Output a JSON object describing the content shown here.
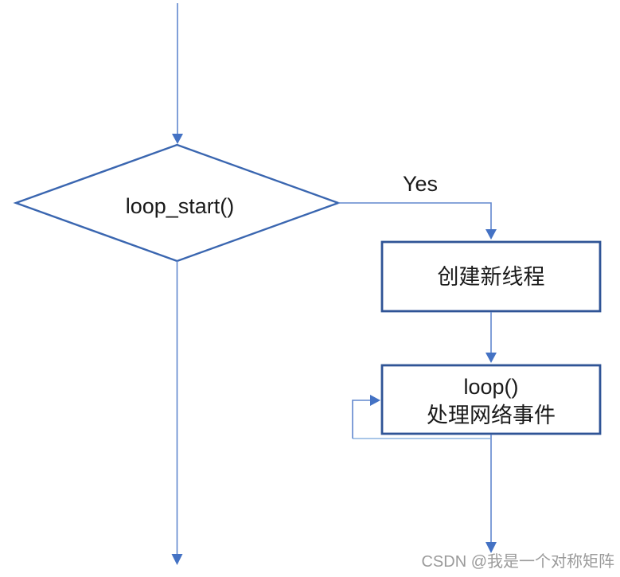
{
  "diagram": {
    "nodes": {
      "decision": {
        "label": "loop_start()",
        "shape": "diamond"
      },
      "create_thread": {
        "label": "创建新线程",
        "shape": "rect"
      },
      "loop": {
        "label_line1": "loop()",
        "label_line2": "处理网络事件",
        "shape": "rect"
      }
    },
    "edges": {
      "yes_label": "Yes"
    },
    "colors": {
      "connector": "#6087CE",
      "arrowhead": "#4472C4",
      "decision-border": "#3A66B0",
      "process-border": "#2F5496",
      "self-loop-light": "#A9C6E8",
      "label-text": "#1A1A1A",
      "watermark-text": "#9B9B9B"
    }
  },
  "watermark": {
    "text": "CSDN @我是一个对称矩阵"
  }
}
